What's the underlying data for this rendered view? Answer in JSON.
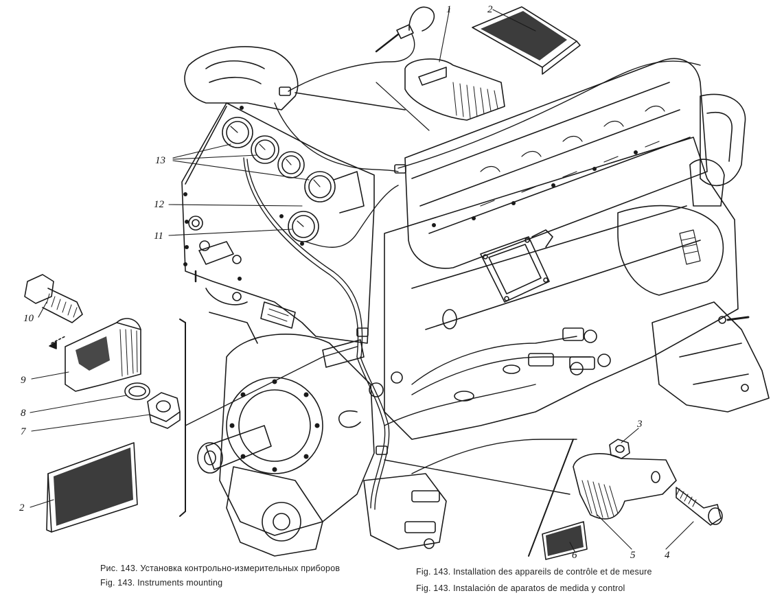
{
  "callouts": {
    "c1": "1",
    "c2a": "2",
    "c2b": "2",
    "c3": "3",
    "c4": "4",
    "c5": "5",
    "c6": "6",
    "c7": "7",
    "c8": "8",
    "c9": "9",
    "c10": "10",
    "c11": "11",
    "c12": "12",
    "c13": "13"
  },
  "captions": {
    "ru": "Рис. 143. Установка контрольно-измерительных приборов",
    "en": "Fig. 143. Instruments mounting",
    "fr": "Fig. 143. Installation des appareils de contrôle et de mesure",
    "es": "Fig. 143. Instalación de aparatos de medida y control"
  }
}
